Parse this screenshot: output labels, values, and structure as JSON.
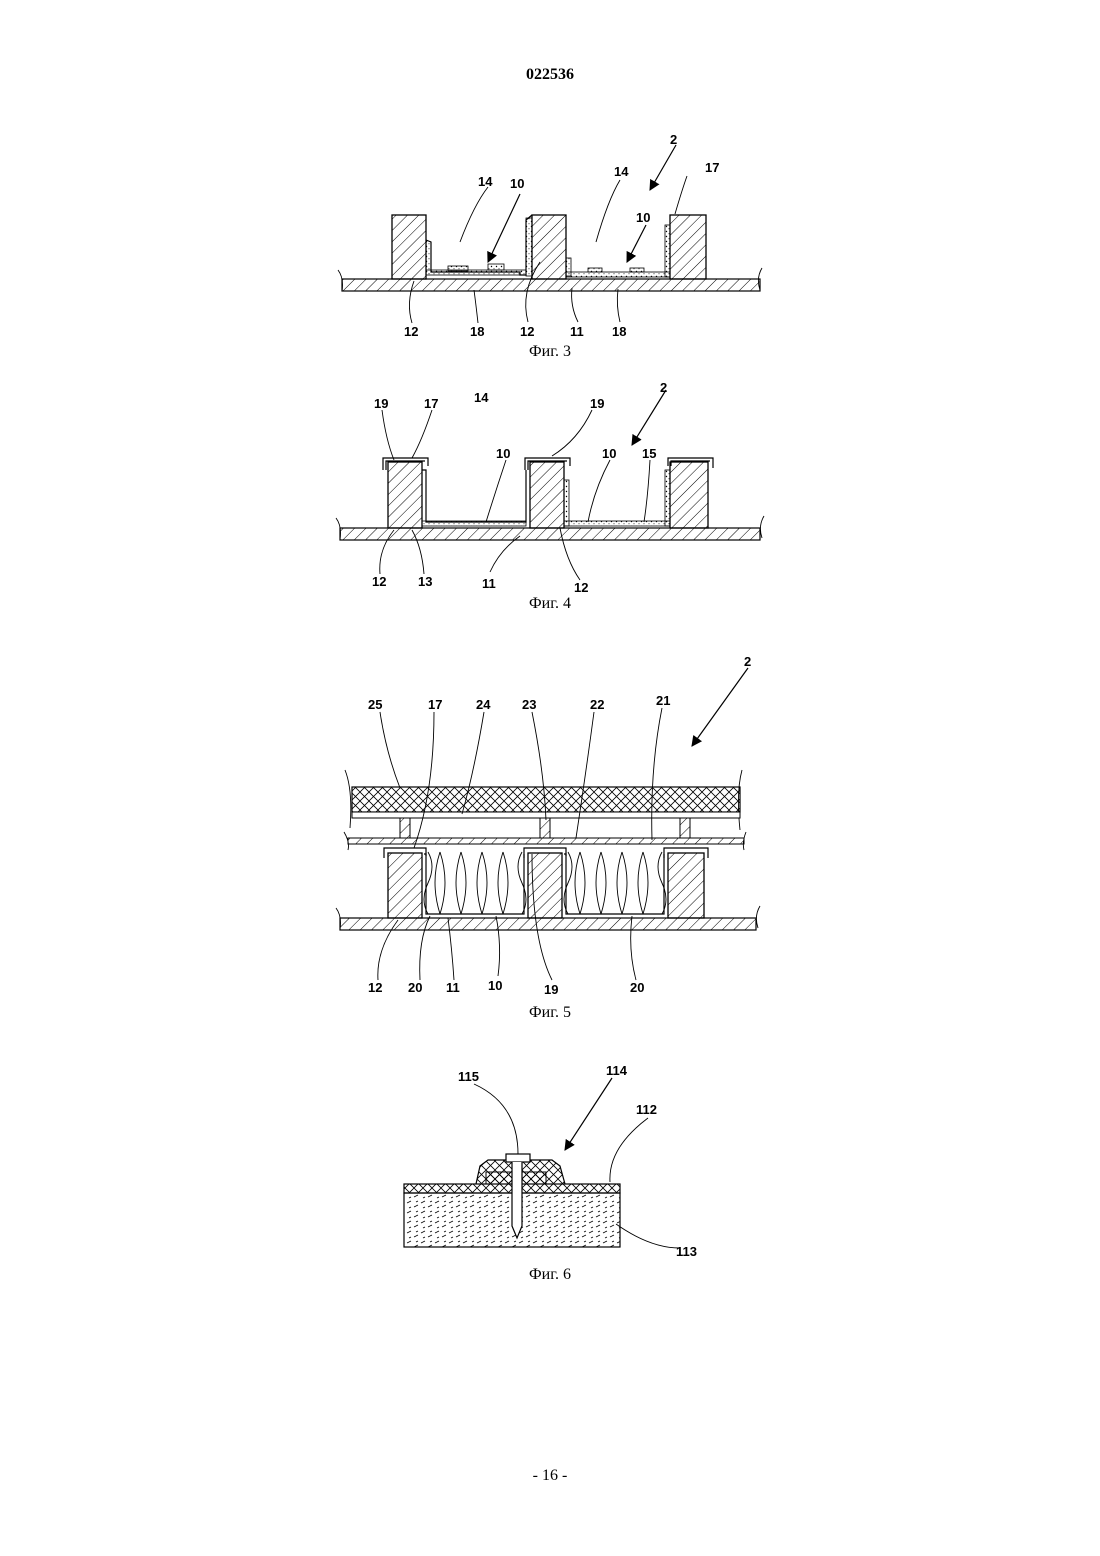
{
  "header": {
    "document_number": "022536"
  },
  "footer": {
    "page_number": "- 16 -"
  },
  "figures": [
    {
      "caption": "Фиг. 3",
      "labels": {
        "ref_2": "2",
        "ref_17": "17",
        "ref_14a": "14",
        "ref_10a": "10",
        "ref_14b": "14",
        "ref_10b": "10",
        "ref_12a": "12",
        "ref_18a": "18",
        "ref_12b": "12",
        "ref_11": "11",
        "ref_18b": "18"
      }
    },
    {
      "caption": "Фиг. 4",
      "labels": {
        "ref_19a": "19",
        "ref_17": "17",
        "ref_14": "14",
        "ref_19b": "19",
        "ref_2": "2",
        "ref_10a": "10",
        "ref_10b": "10",
        "ref_15": "15",
        "ref_12a": "12",
        "ref_13": "13",
        "ref_11": "11",
        "ref_12b": "12"
      }
    },
    {
      "caption": "Фиг. 5",
      "labels": {
        "ref_2": "2",
        "ref_25": "25",
        "ref_17": "17",
        "ref_24": "24",
        "ref_23": "23",
        "ref_22": "22",
        "ref_21": "21",
        "ref_12": "12",
        "ref_20a": "20",
        "ref_11": "11",
        "ref_10": "10",
        "ref_19": "19",
        "ref_20b": "20"
      }
    },
    {
      "caption": "Фиг. 6",
      "labels": {
        "ref_115": "115",
        "ref_114": "114",
        "ref_112": "112",
        "ref_113": "113"
      }
    }
  ]
}
